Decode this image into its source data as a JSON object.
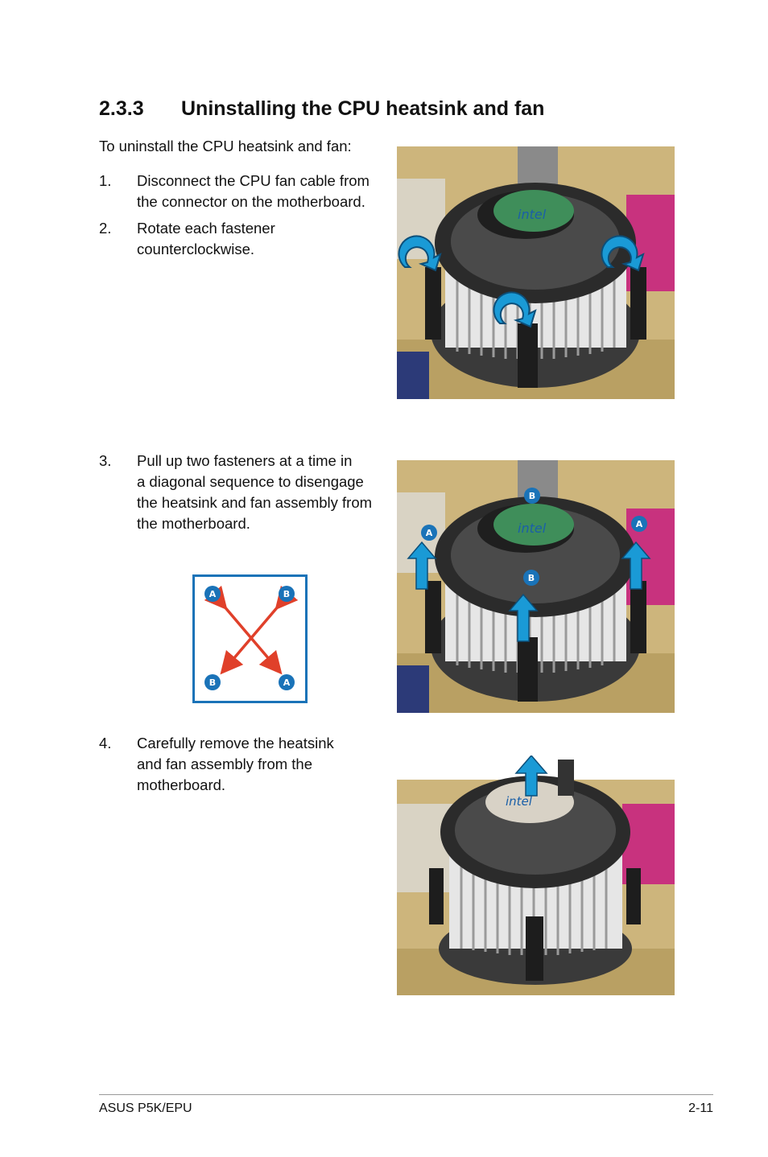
{
  "section": {
    "number": "2.3.3",
    "title": "Uninstalling the CPU heatsink and fan"
  },
  "intro": "To uninstall the CPU heatsink and fan:",
  "steps": [
    {
      "num": "1.",
      "lines": [
        "Disconnect the CPU fan cable from",
        "the connector on the motherboard."
      ]
    },
    {
      "num": "2.",
      "lines": [
        "Rotate each fastener",
        "counterclockwise."
      ]
    },
    {
      "num": "3.",
      "lines": [
        "Pull up two fasteners at a time in",
        "a diagonal sequence to disengage",
        "the heatsink and fan assembly from",
        "the motherboard."
      ]
    },
    {
      "num": "4.",
      "lines": [
        "Carefully remove the heatsink",
        "and fan assembly from the",
        "motherboard."
      ]
    }
  ],
  "diagram": {
    "top_left": "A",
    "top_right": "B",
    "bottom_left": "B",
    "bottom_right": "A"
  },
  "photo2_labels": {
    "top": "B",
    "left": "A",
    "right": "A",
    "center": "B"
  },
  "brand_text": "intel",
  "colors": {
    "accent_blue": "#1a73b8",
    "arrow_red": "#e0402a",
    "arrow_blue": "#1a9ad6"
  },
  "footer": {
    "left": "ASUS P5K/EPU",
    "right": "2-11"
  }
}
